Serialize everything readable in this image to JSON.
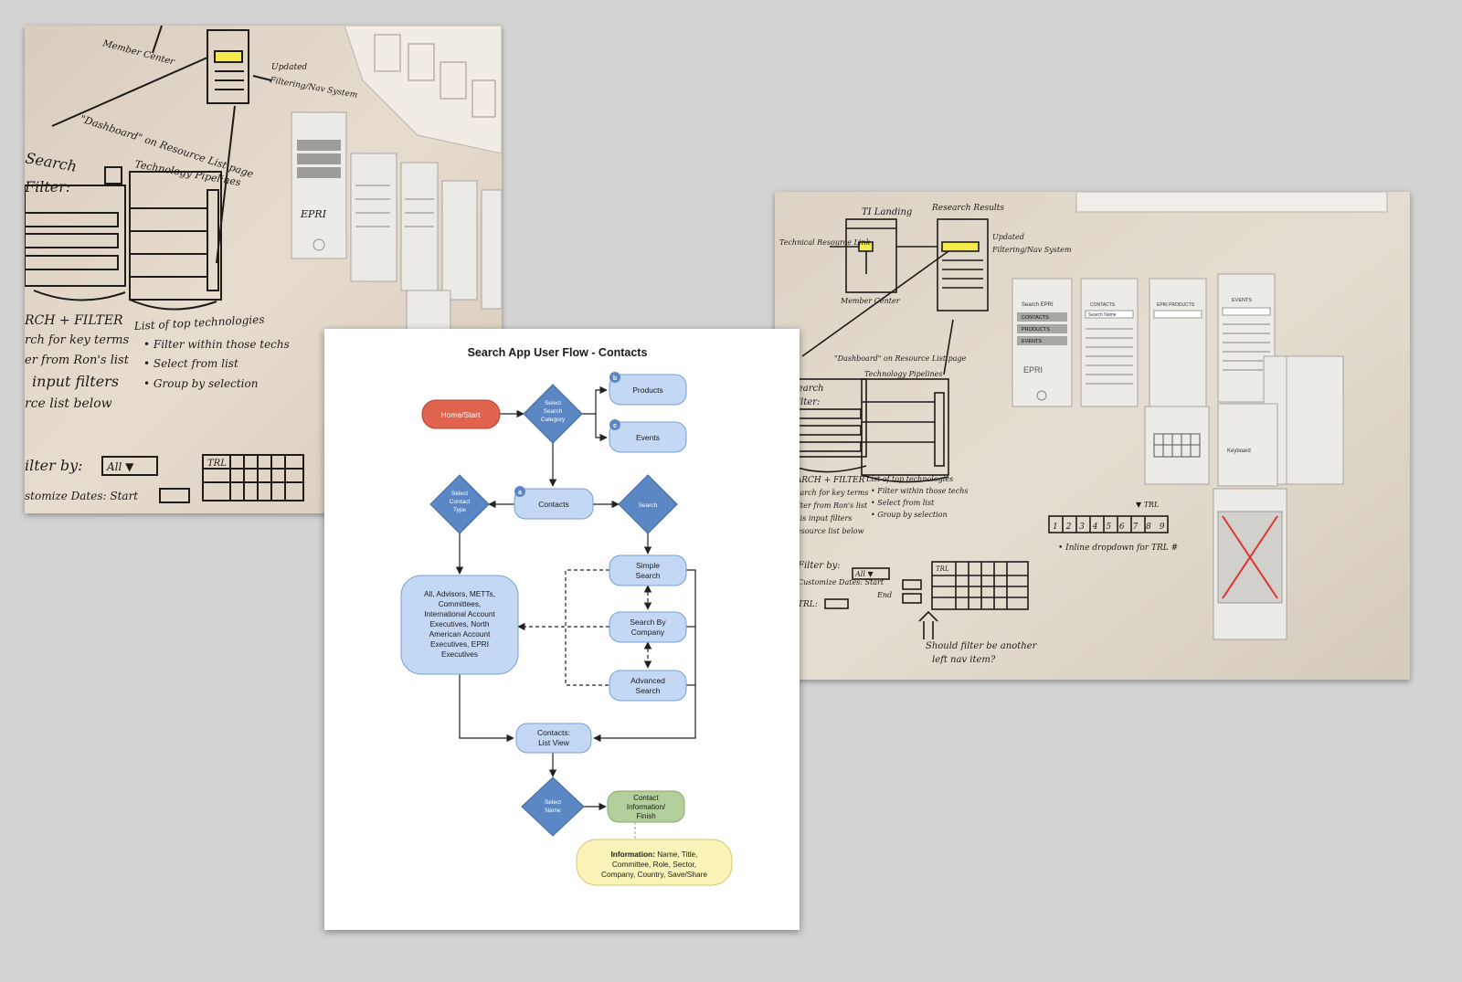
{
  "photo_left": {
    "notes": {
      "member_center": "Member Center",
      "updated": "Updated",
      "filtering": "Filtering/Nav System",
      "dashboard": "\"Dashboard\" on Resource List page",
      "search": "Search",
      "filter": "Filter:",
      "technology_pipelines": "Technology Pipelines",
      "list_top_tech": "List of top technologies",
      "filter_within": "• Filter within those techs",
      "select_from_list": "• Select from list",
      "group_by": "• Group by selection",
      "search_filter": "RCH + FILTER",
      "search_key_terms": "rch for key terms",
      "filter_ron": "er from Ron's list",
      "input_filters": "input filters",
      "resource_list": "rce list below",
      "filter_by": "ilter by:",
      "filter_all": "All ▼",
      "customize_dates": "stomize Dates: Start",
      "trl": "TRL",
      "epri": "EPRI"
    }
  },
  "photo_right": {
    "notes": {
      "ti_landing": "TI Landing",
      "research_results": "Research Results",
      "technical_resource_link": "Technical Resource Link",
      "member_center": "Member Center",
      "updated": "Updated",
      "filtering": "Filtering/Nav System",
      "dashboard": "\"Dashboard\" on Resource List page",
      "search": "Search",
      "filter": "Filter:",
      "technology_pipelines": "Technology Pipelines",
      "search_filter": "SEARCH + FILTER",
      "search_key_terms": "• Search for key terms",
      "filter_ron": "• Filter from Ron's list",
      "input_filters": "• This input filters",
      "resource_list": "Resource list below",
      "list_top_tech": "List of top technologies",
      "filter_within": "• Filter within those techs",
      "select_from_list": "• Select from list",
      "group_by": "• Group by selection",
      "filter_by": "Filter by:",
      "filter_all": "All ▼",
      "customize_dates": "Customize Dates: Start",
      "end": "End",
      "trl_label": "TRL:",
      "trl": "TRL",
      "should_filter": "Should filter be another",
      "left_nav": "left nav item?",
      "inline_dropdown": "• Inline dropdown for TRL #",
      "trl_arrow": "▼ TRL",
      "trl_numbers": "1 2 3 4 5 6 7 8 9",
      "search_epri": "Search EPRI",
      "contacts": "CONTACTS",
      "products": "PRODUCTS",
      "events": "EVENTS",
      "epri_products": "EPRI PRODUCTS",
      "search_name": "Search Name",
      "keyboard": "Keyboard",
      "epri": "EPRI"
    }
  },
  "flow": {
    "title": "Search App User Flow - Contacts",
    "home_start": "Home/Start",
    "select_search_category": [
      "Select",
      "Search",
      "Category"
    ],
    "products": "Products",
    "events": "Events",
    "badge_a": "a",
    "badge_b": "b",
    "badge_c": "c",
    "contacts": "Contacts",
    "select_contact_type": [
      "Select",
      "Contact",
      "Type"
    ],
    "search": "Search",
    "simple_search": [
      "Simple",
      "Search"
    ],
    "search_by_company": [
      "Search By",
      "Company"
    ],
    "advanced_search": [
      "Advanced",
      "Search"
    ],
    "contact_types": [
      "All, Advisors, METTs,",
      "Committees,",
      "International Account",
      "Executives, North",
      "American Account",
      "Executives, EPRI",
      "Executives"
    ],
    "contacts_list_view": [
      "Contacts:",
      "List View"
    ],
    "select_name": [
      "Select",
      "Name"
    ],
    "contact_info_finish": [
      "Contact",
      "Information/",
      "Finish"
    ],
    "info_bold": "Information:",
    "info_rest": " Name, Title,",
    "info_lines": [
      "Committee, Role, Sector,",
      "Company, Country, Save/Share"
    ],
    "colors": {
      "start": "#e0634e",
      "decision": "#5b87c4",
      "process": "#c3d8f4",
      "finish": "#b3cf9c",
      "info": "#fbf4b8",
      "stroke": "#7a9fd0"
    }
  }
}
